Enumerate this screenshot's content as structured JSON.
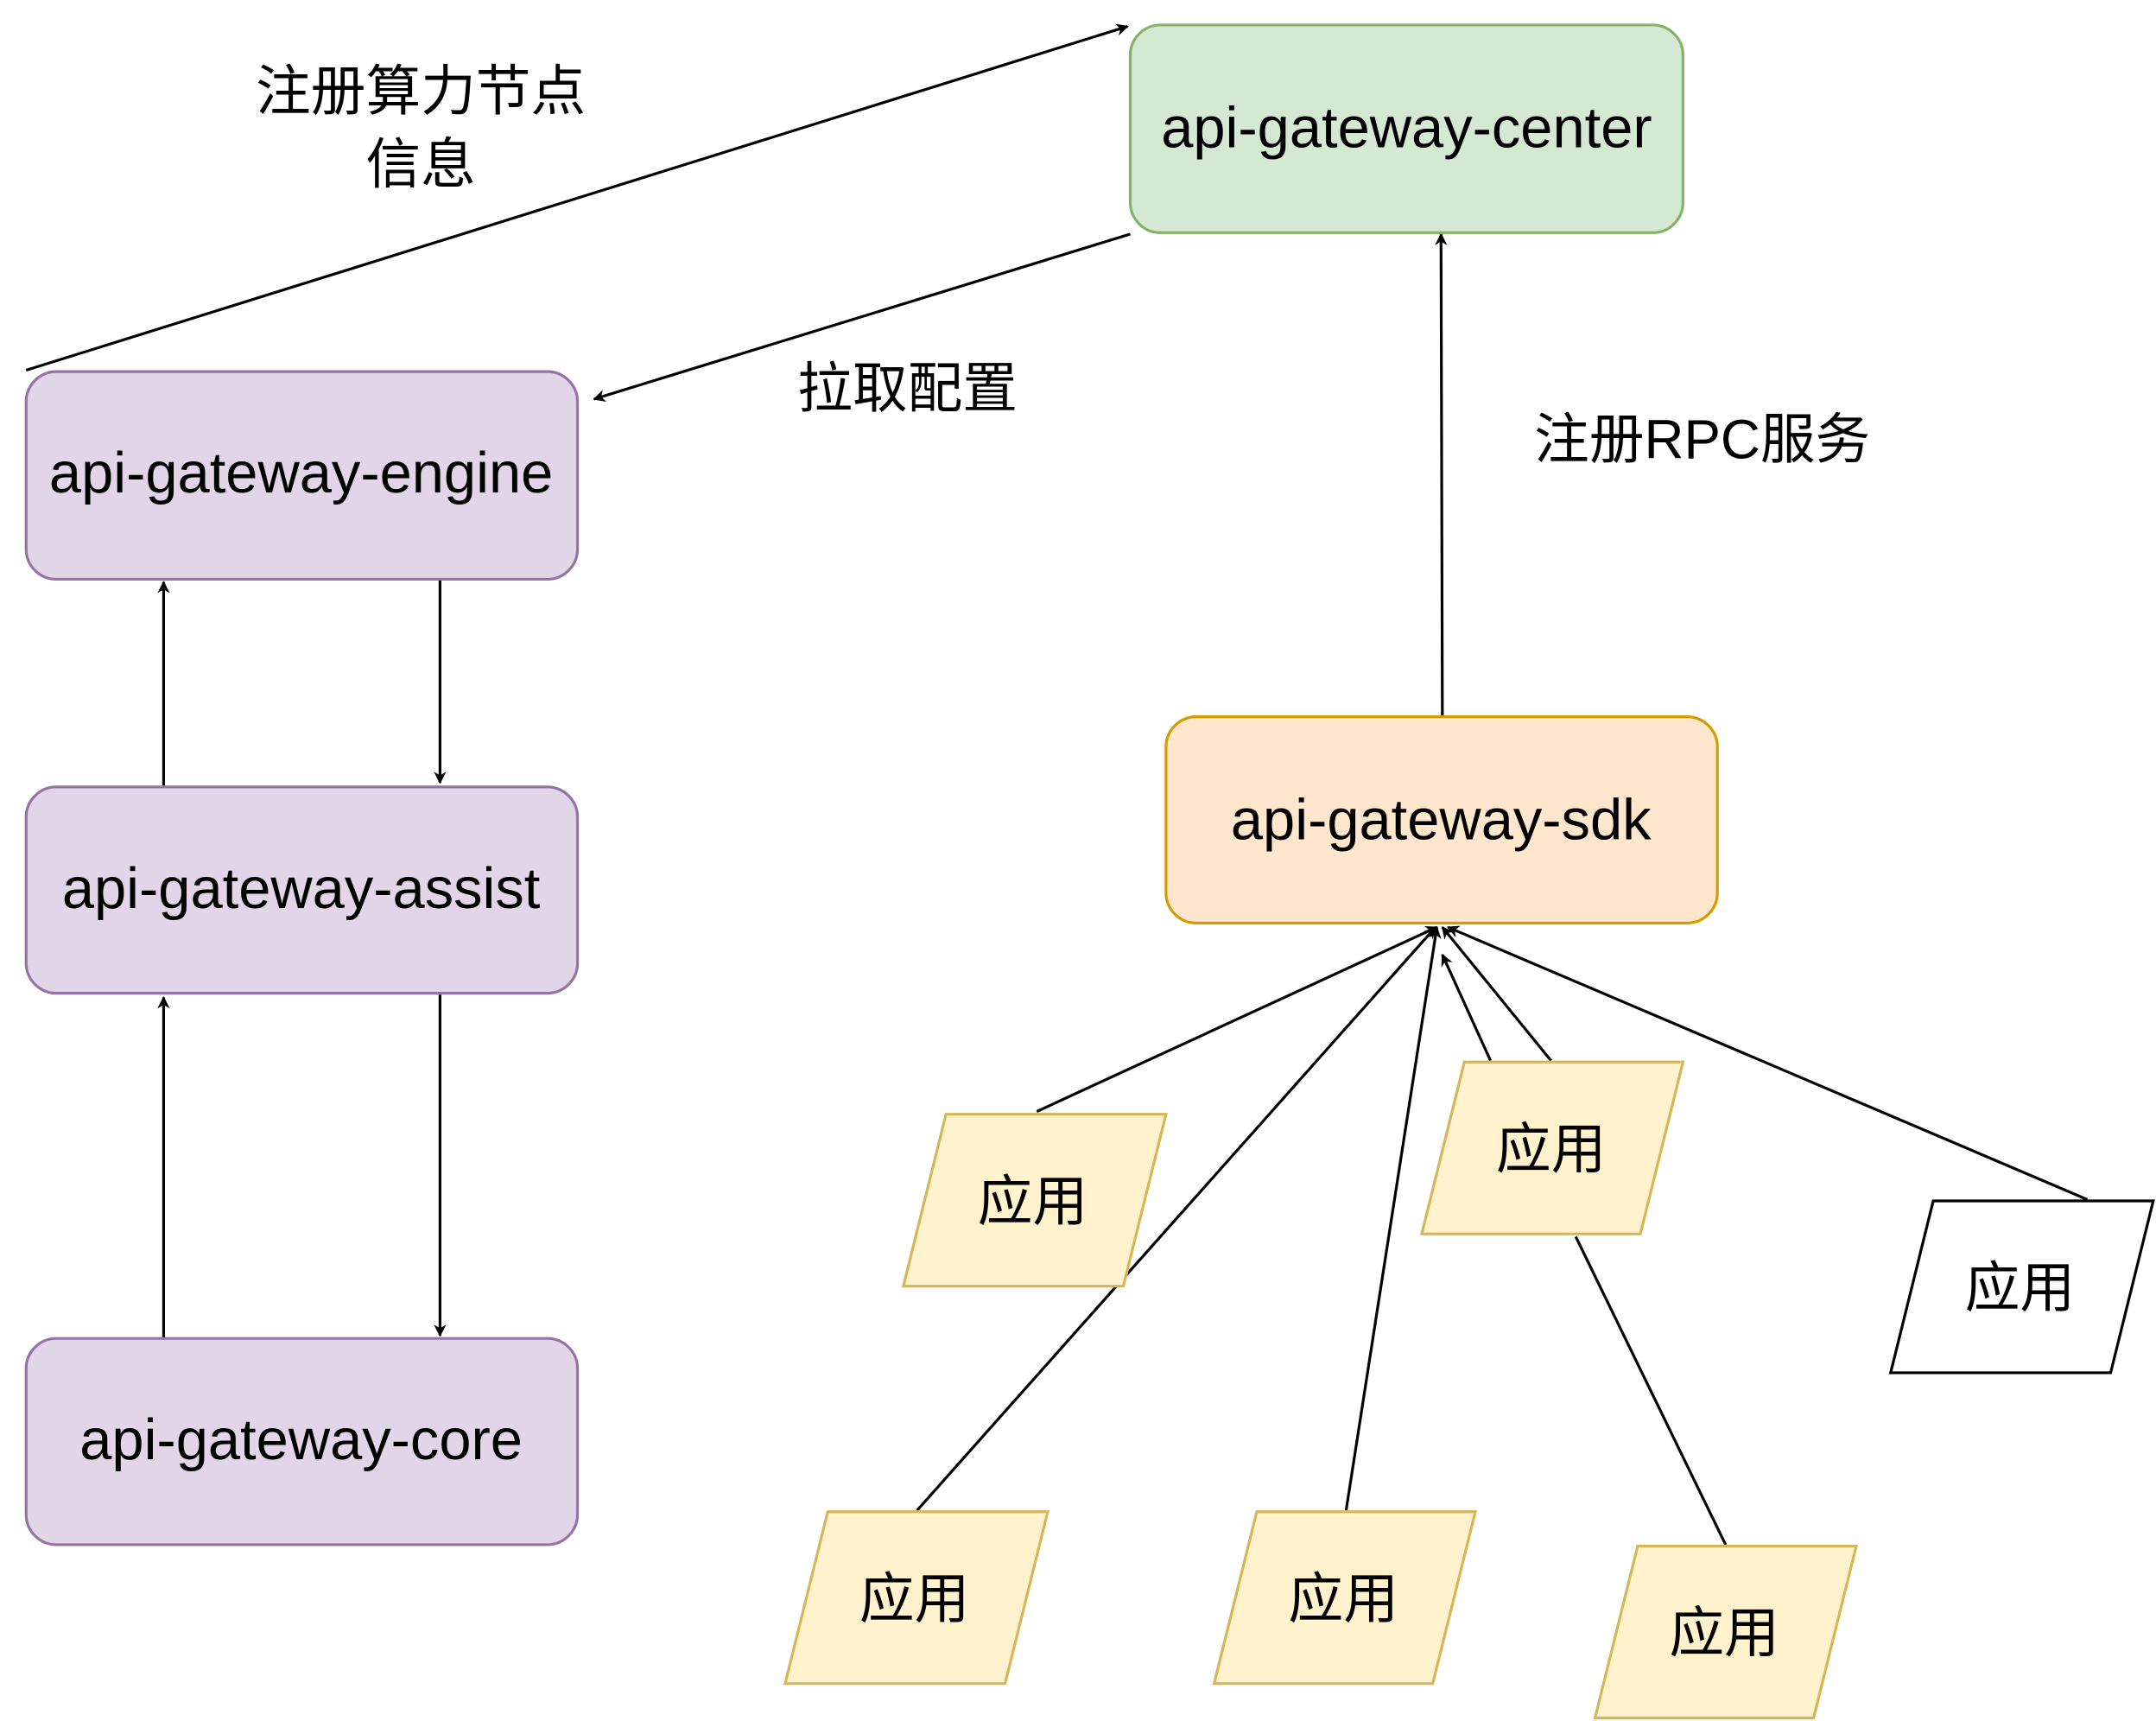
{
  "nodes": {
    "center": {
      "label": "api-gateway-center",
      "fill": "#d5e8d4",
      "stroke": "#82b366"
    },
    "engine": {
      "label": "api-gateway-engine",
      "fill": "#e1d5e7",
      "stroke": "#9673a6"
    },
    "assist": {
      "label": "api-gateway-assist",
      "fill": "#e1d5e7",
      "stroke": "#9673a6"
    },
    "core": {
      "label": "api-gateway-core",
      "fill": "#e1d5e7",
      "stroke": "#9673a6"
    },
    "sdk": {
      "label": "api-gateway-sdk",
      "fill": "#ffe6cc",
      "stroke": "#d79b00"
    }
  },
  "apps": [
    {
      "label": "应用",
      "fill": "#fff2cc",
      "stroke": "#d6b656"
    },
    {
      "label": "应用",
      "fill": "#fff2cc",
      "stroke": "#d6b656"
    },
    {
      "label": "应用",
      "fill": "#ffffff",
      "stroke": "#000000"
    },
    {
      "label": "应用",
      "fill": "#fff2cc",
      "stroke": "#d6b656"
    },
    {
      "label": "应用",
      "fill": "#fff2cc",
      "stroke": "#d6b656"
    },
    {
      "label": "应用",
      "fill": "#fff2cc",
      "stroke": "#d6b656"
    }
  ],
  "edge_labels": {
    "register_node_line1": "注册算力节点",
    "register_node_line2": "信息",
    "pull_config": "拉取配置",
    "register_rpc": "注册RPC服务"
  }
}
